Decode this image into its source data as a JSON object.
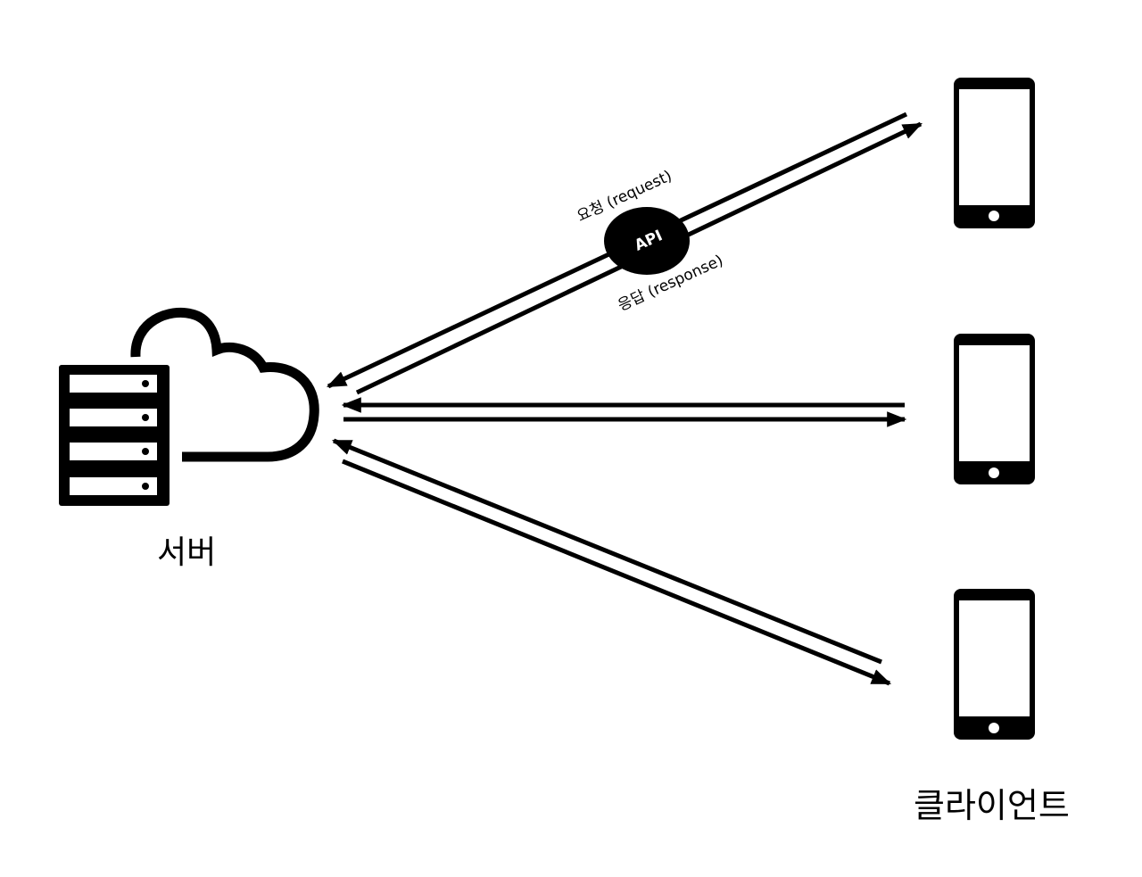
{
  "server": {
    "label": "서버",
    "icon": "server-cloud-icon"
  },
  "client": {
    "label": "클라이언트",
    "icon": "smartphone-icon",
    "count": 3
  },
  "api": {
    "label": "API",
    "request_label": "요청 (request)",
    "response_label": "응답 (response)"
  },
  "colors": {
    "stroke": "#000000",
    "background": "#ffffff"
  }
}
